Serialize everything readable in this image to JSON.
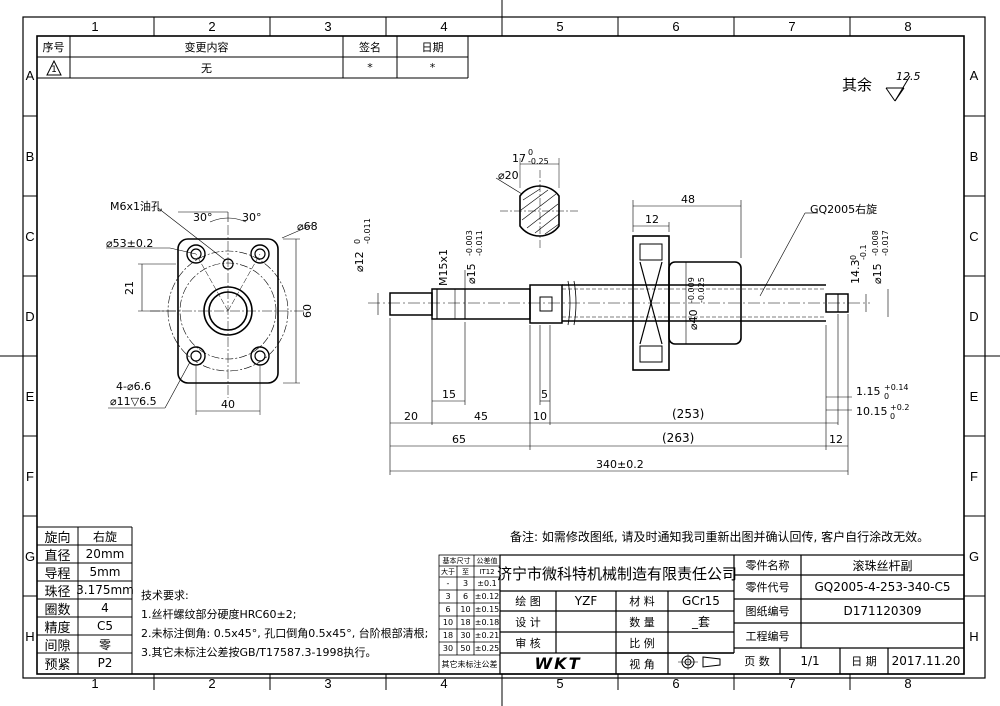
{
  "border": {
    "columns": [
      "1",
      "2",
      "3",
      "4",
      "5",
      "6",
      "7",
      "8"
    ],
    "rows": [
      "A",
      "B",
      "C",
      "D",
      "E",
      "F",
      "G",
      "H"
    ]
  },
  "revision_table": {
    "headers": [
      "序号",
      "变更内容",
      "签名",
      "日期"
    ],
    "rows": [
      {
        "mark": "1",
        "content": "无",
        "sign": "*",
        "date": "*"
      }
    ]
  },
  "surface_finish": {
    "label": "其余",
    "value": "12.5"
  },
  "flange_view": {
    "oil_hole": "M6x1油孔",
    "angle1": "30°",
    "angle2": "30°",
    "d53": "⌀53±0.2",
    "d68": "⌀68",
    "dim21": "21",
    "dim60": "60",
    "dim40": "40",
    "holes1": "4-⌀6.6",
    "holes2": "⌀11▽6.5"
  },
  "section_view": {
    "d20": "⌀20",
    "key": "17",
    "key_tol_upper": "0",
    "key_tol_lower": "-0.25"
  },
  "main_view": {
    "d12": "⌀12",
    "d12_tol_upper": "0",
    "d12_tol_lower": "-0.011",
    "m15": "M15x1",
    "d15": "⌀15",
    "d15_tol_upper": "-0.003",
    "d15_tol_lower": "-0.011",
    "d40": "⌀40",
    "d40_tol_upper": "-0.009",
    "d40_tol_lower": "-0.025",
    "nut_len": "48",
    "nut_flange": "12",
    "nut_label": "GQ2005右旋",
    "d143": "14.3",
    "d143_tol_upper": "0",
    "d143_tol_lower": "-0.1",
    "d15b": "⌀15",
    "d15b_tol_upper": "-0.008",
    "d15b_tol_lower": "-0.017",
    "l15": "15",
    "l20": "20",
    "l45": "45",
    "l5": "5",
    "l10": "10",
    "l253": "(253)",
    "l65": "65",
    "l263": "(263)",
    "l12": "12",
    "l340": "340±0.2",
    "g115": "1.15",
    "g115_upper": "+0.14",
    "g115_lower": "0",
    "g1015": "10.15",
    "g1015_upper": "+0.2",
    "g1015_lower": "0"
  },
  "spec_table": [
    {
      "k": "旋向",
      "v": "右旋"
    },
    {
      "k": "直径",
      "v": "20mm"
    },
    {
      "k": "导程",
      "v": "5mm"
    },
    {
      "k": "珠径",
      "v": "3.175mm"
    },
    {
      "k": "圈数",
      "v": "4"
    },
    {
      "k": "精度",
      "v": "C5"
    },
    {
      "k": "间隙",
      "v": "零"
    },
    {
      "k": "预紧",
      "v": "P2"
    }
  ],
  "tech_req": {
    "title": "技术要求:",
    "items": [
      "1.丝杆螺纹部分硬度HRC60±2;",
      "2.未标注倒角: 0.5x45°, 孔口倒角0.5x45°, 台阶根部清根;",
      "3.其它未标注公差按GB/T17587.3-1998执行。"
    ]
  },
  "note": "备注: 如需修改图纸, 请及时通知我司重新出图并确认回传, 客户自行涂改无效。",
  "tol_table": {
    "head1": "基本尺寸",
    "head2": "公差值",
    "sub1": "大于",
    "sub2": "至",
    "sub3": "IT12",
    "rows": [
      [
        "-",
        "3",
        "±0.1"
      ],
      [
        "3",
        "6",
        "±0.12"
      ],
      [
        "6",
        "10",
        "±0.15"
      ],
      [
        "10",
        "18",
        "±0.18"
      ],
      [
        "18",
        "30",
        "±0.21"
      ],
      [
        "30",
        "50",
        "±0.25"
      ]
    ],
    "foot": "其它未标注公差"
  },
  "title_block": {
    "company": "济宁市微科特机械制造有限责任公司",
    "draw_label": "绘 图",
    "draw_value": "YZF",
    "design_label": "设 计",
    "review_label": "审 核",
    "logo": "WKT",
    "material_label": "材 料",
    "material_value": "GCr15",
    "qty_label": "数 量",
    "qty_value": "_套",
    "scale_label": "比 例",
    "view_label": "视 角",
    "part_name_label": "零件名称",
    "part_name_value": "滚珠丝杆副",
    "part_code_label": "零件代号",
    "part_code_value": "GQ2005-4-253-340-C5",
    "drawing_no_label": "图纸编号",
    "drawing_no_value": "D171120309",
    "project_label": "工程编号",
    "page_label": "页 数",
    "page_value": "1/1",
    "date_label": "日 期",
    "date_value": "2017.11.20"
  }
}
